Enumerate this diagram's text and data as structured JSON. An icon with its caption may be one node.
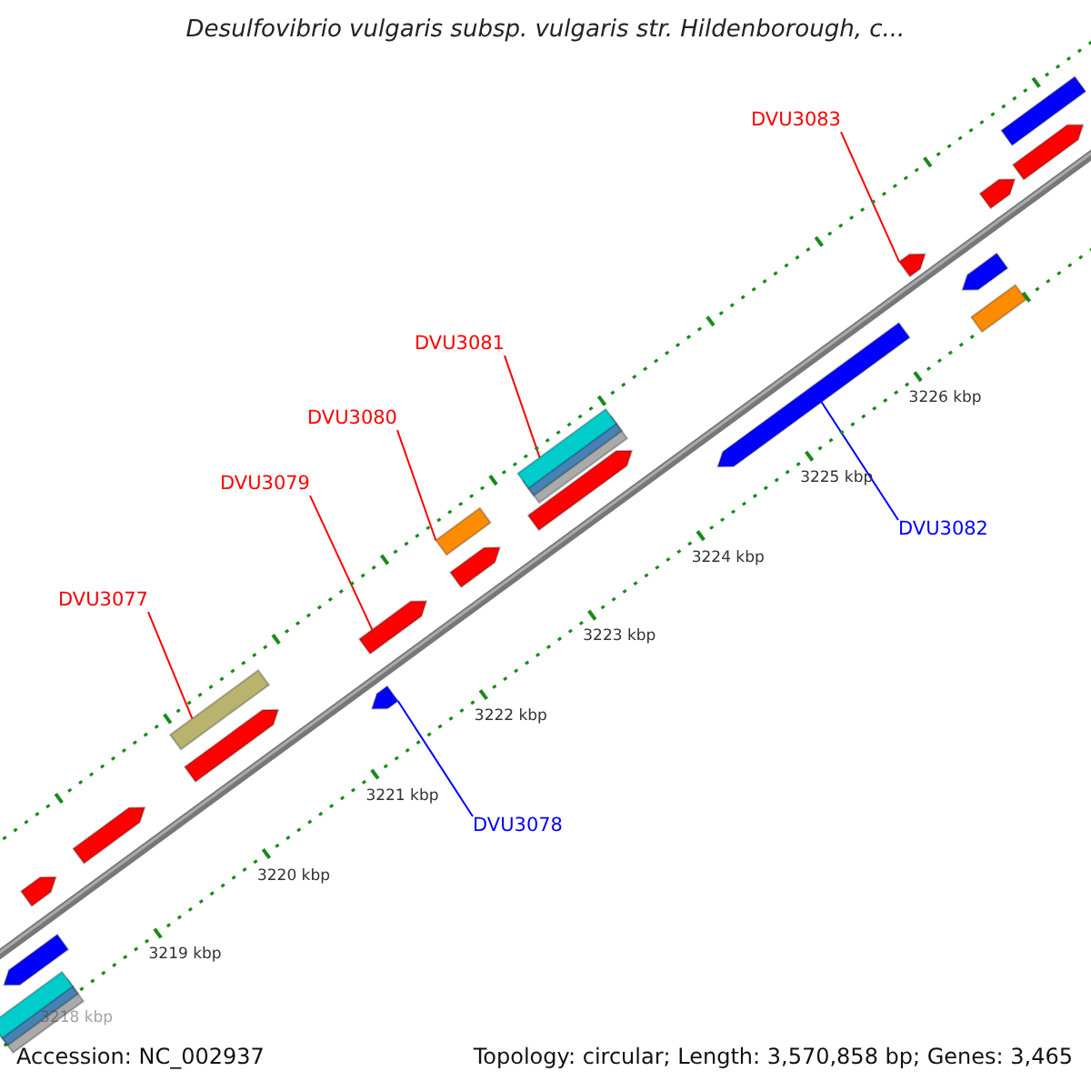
{
  "diagram": {
    "title": "Desulfovibrio vulgaris subsp. vulgaris str. Hildenborough, c...",
    "nodes": [
      {
        "text": [
          "DVU3083"
        ]
      },
      {
        "text": [
          "DVU3081"
        ]
      },
      {
        "text": [
          "DVU3080"
        ]
      },
      {
        "text": [
          "DVU3079"
        ]
      },
      {
        "text": [
          "DVU3077"
        ]
      },
      {
        "text": [
          "DVU3082"
        ]
      },
      {
        "text": [
          "DVU3078"
        ]
      },
      {
        "text": [],
        "shape": "arrow"
      },
      {
        "text": [],
        "shape": "bar"
      },
      {
        "text": [],
        "shape": "arrow"
      },
      {
        "text": [],
        "shape": "arrow"
      },
      {
        "text": [],
        "shape": "arrow"
      },
      {
        "text": [],
        "shape": "bar"
      },
      {
        "text": [],
        "shape": "arrow"
      },
      {
        "text": [],
        "shape": "arrow"
      },
      {
        "text": [],
        "shape": "bar"
      },
      {
        "text": [],
        "shape": "arrow"
      },
      {
        "text": [],
        "shape": "arrow"
      },
      {
        "text": [],
        "shape": "bar"
      },
      {
        "text": [],
        "shape": "arrow"
      },
      {
        "text": [],
        "shape": "arrow"
      },
      {
        "text": [],
        "shape": "bar"
      },
      {
        "text": [],
        "shape": "arrow"
      },
      {
        "text": [],
        "shape": "arrow"
      },
      {
        "text": [],
        "shape": "arrow"
      },
      {
        "text": [],
        "shape": "bar"
      }
    ],
    "edges": [
      {
        "from": 0,
        "to": 20,
        "arrow": "none"
      },
      {
        "from": 1,
        "to": 18,
        "arrow": "none"
      },
      {
        "from": 2,
        "to": 15,
        "arrow": "none"
      },
      {
        "from": 3,
        "to": 14,
        "arrow": "none"
      },
      {
        "from": 4,
        "to": 12,
        "arrow": "none"
      },
      {
        "from": 5,
        "to": 19,
        "arrow": "none",
        "color": "#0000ff"
      },
      {
        "from": 6,
        "to": 13,
        "arrow": "none",
        "color": "#0000ff"
      }
    ],
    "labels": [
      "3226 kbp",
      "3225 kbp",
      "3224 kbp",
      "3223 kbp",
      "3222 kbp",
      "3221 kbp",
      "3220 kbp",
      "3219 kbp",
      "3218 kbp",
      "Accession: NC_002937",
      "Topology: circular; Length: 3,570,858 bp; Genes: 3,465"
    ]
  }
}
